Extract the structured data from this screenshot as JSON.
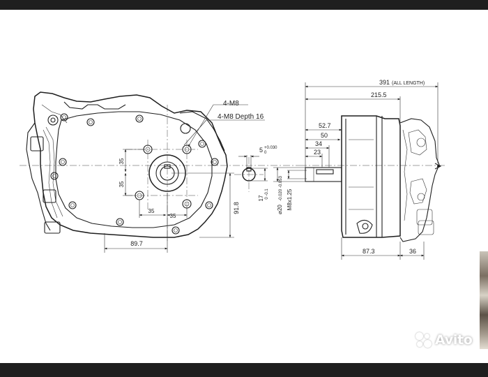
{
  "drawing": {
    "callouts": {
      "bolt_spec": "4-M8",
      "bolt_depth": "4-M8 Depth 16"
    },
    "front_view": {
      "dim_pattern_vertical_upper": "35",
      "dim_pattern_vertical_lower": "35",
      "dim_pattern_horizontal_left": "35",
      "dim_pattern_horizontal_right": "35",
      "dim_shaft_height": "91.8",
      "dim_shaft_offset": "89.7"
    },
    "shaft_section": {
      "key_width": "5",
      "key_tol_upper": "+0.030",
      "key_tol_lower": "0",
      "key_depth": "17",
      "key_depth_tol": "0 -0.1",
      "shaft_diameter": "⌀20",
      "shaft_diameter_tol": "-0.020 -0.053",
      "thread": "M8x1.25"
    },
    "side_view": {
      "dim_all_length": "391",
      "dim_all_length_note": "(ALL LENGTH)",
      "dim_215": "215.5",
      "dim_52": "52.7",
      "dim_50": "50",
      "dim_34": "34",
      "dim_23": "23",
      "dim_87": "87.3",
      "dim_36": "36"
    }
  },
  "watermark": {
    "text": "Avito"
  },
  "colors": {
    "line": "#1e1e1e",
    "background": "#ffffff",
    "frame_bar": "#1f1f1f"
  }
}
